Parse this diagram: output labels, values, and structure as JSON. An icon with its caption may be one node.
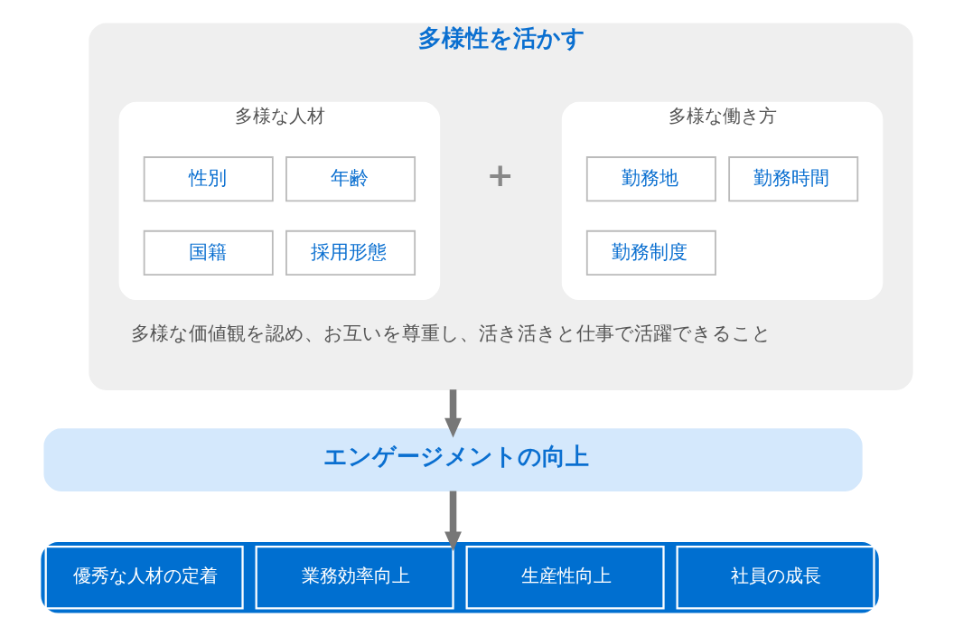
{
  "diagram": {
    "nodes": [
      {
        "text": [
          "多様性を活かす",
          "多様な価値観を認め、お互いを尊重し、活き活きと仕事で活躍できること"
        ]
      },
      {
        "text": [
          "多様な人材"
        ],
        "in": 0
      },
      {
        "text": [
          "性別"
        ],
        "in": 1
      },
      {
        "text": [
          "年齢"
        ],
        "in": 1
      },
      {
        "text": [
          "国籍"
        ],
        "in": 1
      },
      {
        "text": [
          "採用形態"
        ],
        "in": 1
      },
      {
        "text": [
          "多様な働き方"
        ],
        "in": 0
      },
      {
        "text": [
          "勤務地"
        ],
        "in": 6
      },
      {
        "text": [
          "勤務時間"
        ],
        "in": 6
      },
      {
        "text": [
          "勤務制度"
        ],
        "in": 6
      },
      {
        "text": [
          "エンゲージメントの向上"
        ]
      },
      {
        "text": [],
        "shape": "bar"
      },
      {
        "text": [
          "優秀な人材の定着"
        ],
        "in": 11
      },
      {
        "text": [
          "業務効率向上"
        ],
        "in": 11
      },
      {
        "text": [
          "生産性向上"
        ],
        "in": 11
      },
      {
        "text": [
          "社員の成長"
        ],
        "in": 11
      }
    ],
    "edges": [
      {
        "from": 0,
        "to": 10,
        "arrow": "to"
      },
      {
        "from": 10,
        "to": 11,
        "arrow": "to"
      }
    ],
    "labels": [
      "+"
    ]
  }
}
